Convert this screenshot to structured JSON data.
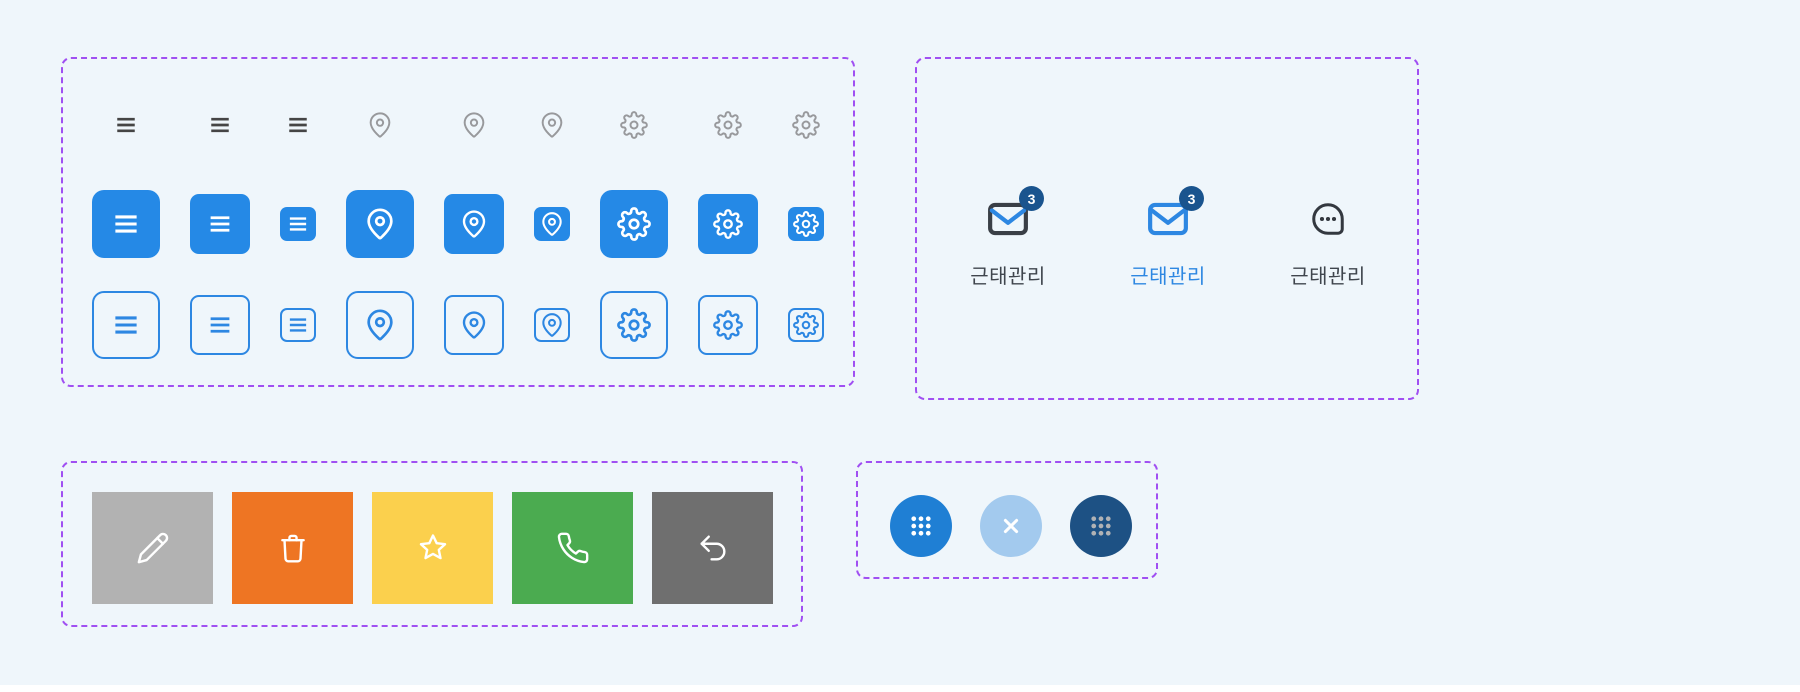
{
  "page": {
    "background": "#eff6fb",
    "panel_border_color": "#a04ff2",
    "bottom_bar_color": "#ffffff"
  },
  "icon_variants_panel": {
    "icon_groups": [
      "menu",
      "location-pin",
      "gear"
    ],
    "sizes": [
      "large",
      "medium",
      "small"
    ],
    "styles": [
      {
        "name": "plain",
        "menu_color": "#454545",
        "icon_color": "#98999c"
      },
      {
        "name": "filled",
        "background": "#2589e6",
        "icon_color": "#ffffff"
      },
      {
        "name": "outlined",
        "border_color": "#2d87e2",
        "icon_color": "#2d87e2"
      }
    ]
  },
  "labeled_icons_panel": {
    "items": [
      {
        "icon": "mail",
        "badge": "3",
        "label": "근태관리",
        "state": "default",
        "icon_color": "#3a3f46",
        "accent_color": "#2d87e2",
        "badge_color": "#1a548e",
        "label_color": "#3f454d"
      },
      {
        "icon": "mail",
        "badge": "3",
        "label": "근태관리",
        "state": "active",
        "icon_color": "#2d87e2",
        "accent_color": "#2d87e2",
        "badge_color": "#1a548e",
        "label_color": "#2d87e2"
      },
      {
        "icon": "chat",
        "badge": null,
        "label": "근태관리",
        "state": "default",
        "icon_color": "#33383f",
        "accent_color": "#33383f",
        "badge_color": null,
        "label_color": "#3f454d"
      }
    ]
  },
  "action_tiles_panel": {
    "icon_color": "#ffffff",
    "tiles": [
      {
        "icon": "pencil",
        "color": "#b2b2b2"
      },
      {
        "icon": "trash",
        "color": "#ee7523"
      },
      {
        "icon": "star",
        "color": "#fbd04d"
      },
      {
        "icon": "phone",
        "color": "#4bab50"
      },
      {
        "icon": "undo",
        "color": "#6f6f6f"
      }
    ]
  },
  "circle_buttons_panel": {
    "buttons": [
      {
        "icon": "apps-grid",
        "background": "#1f7fd4",
        "glyph_color": "#ffffff"
      },
      {
        "icon": "close",
        "background": "#a3caee",
        "glyph_color": "#ffffff"
      },
      {
        "icon": "apps-grid",
        "background": "#1d5184",
        "glyph_color": "#b0b2b5"
      }
    ]
  }
}
